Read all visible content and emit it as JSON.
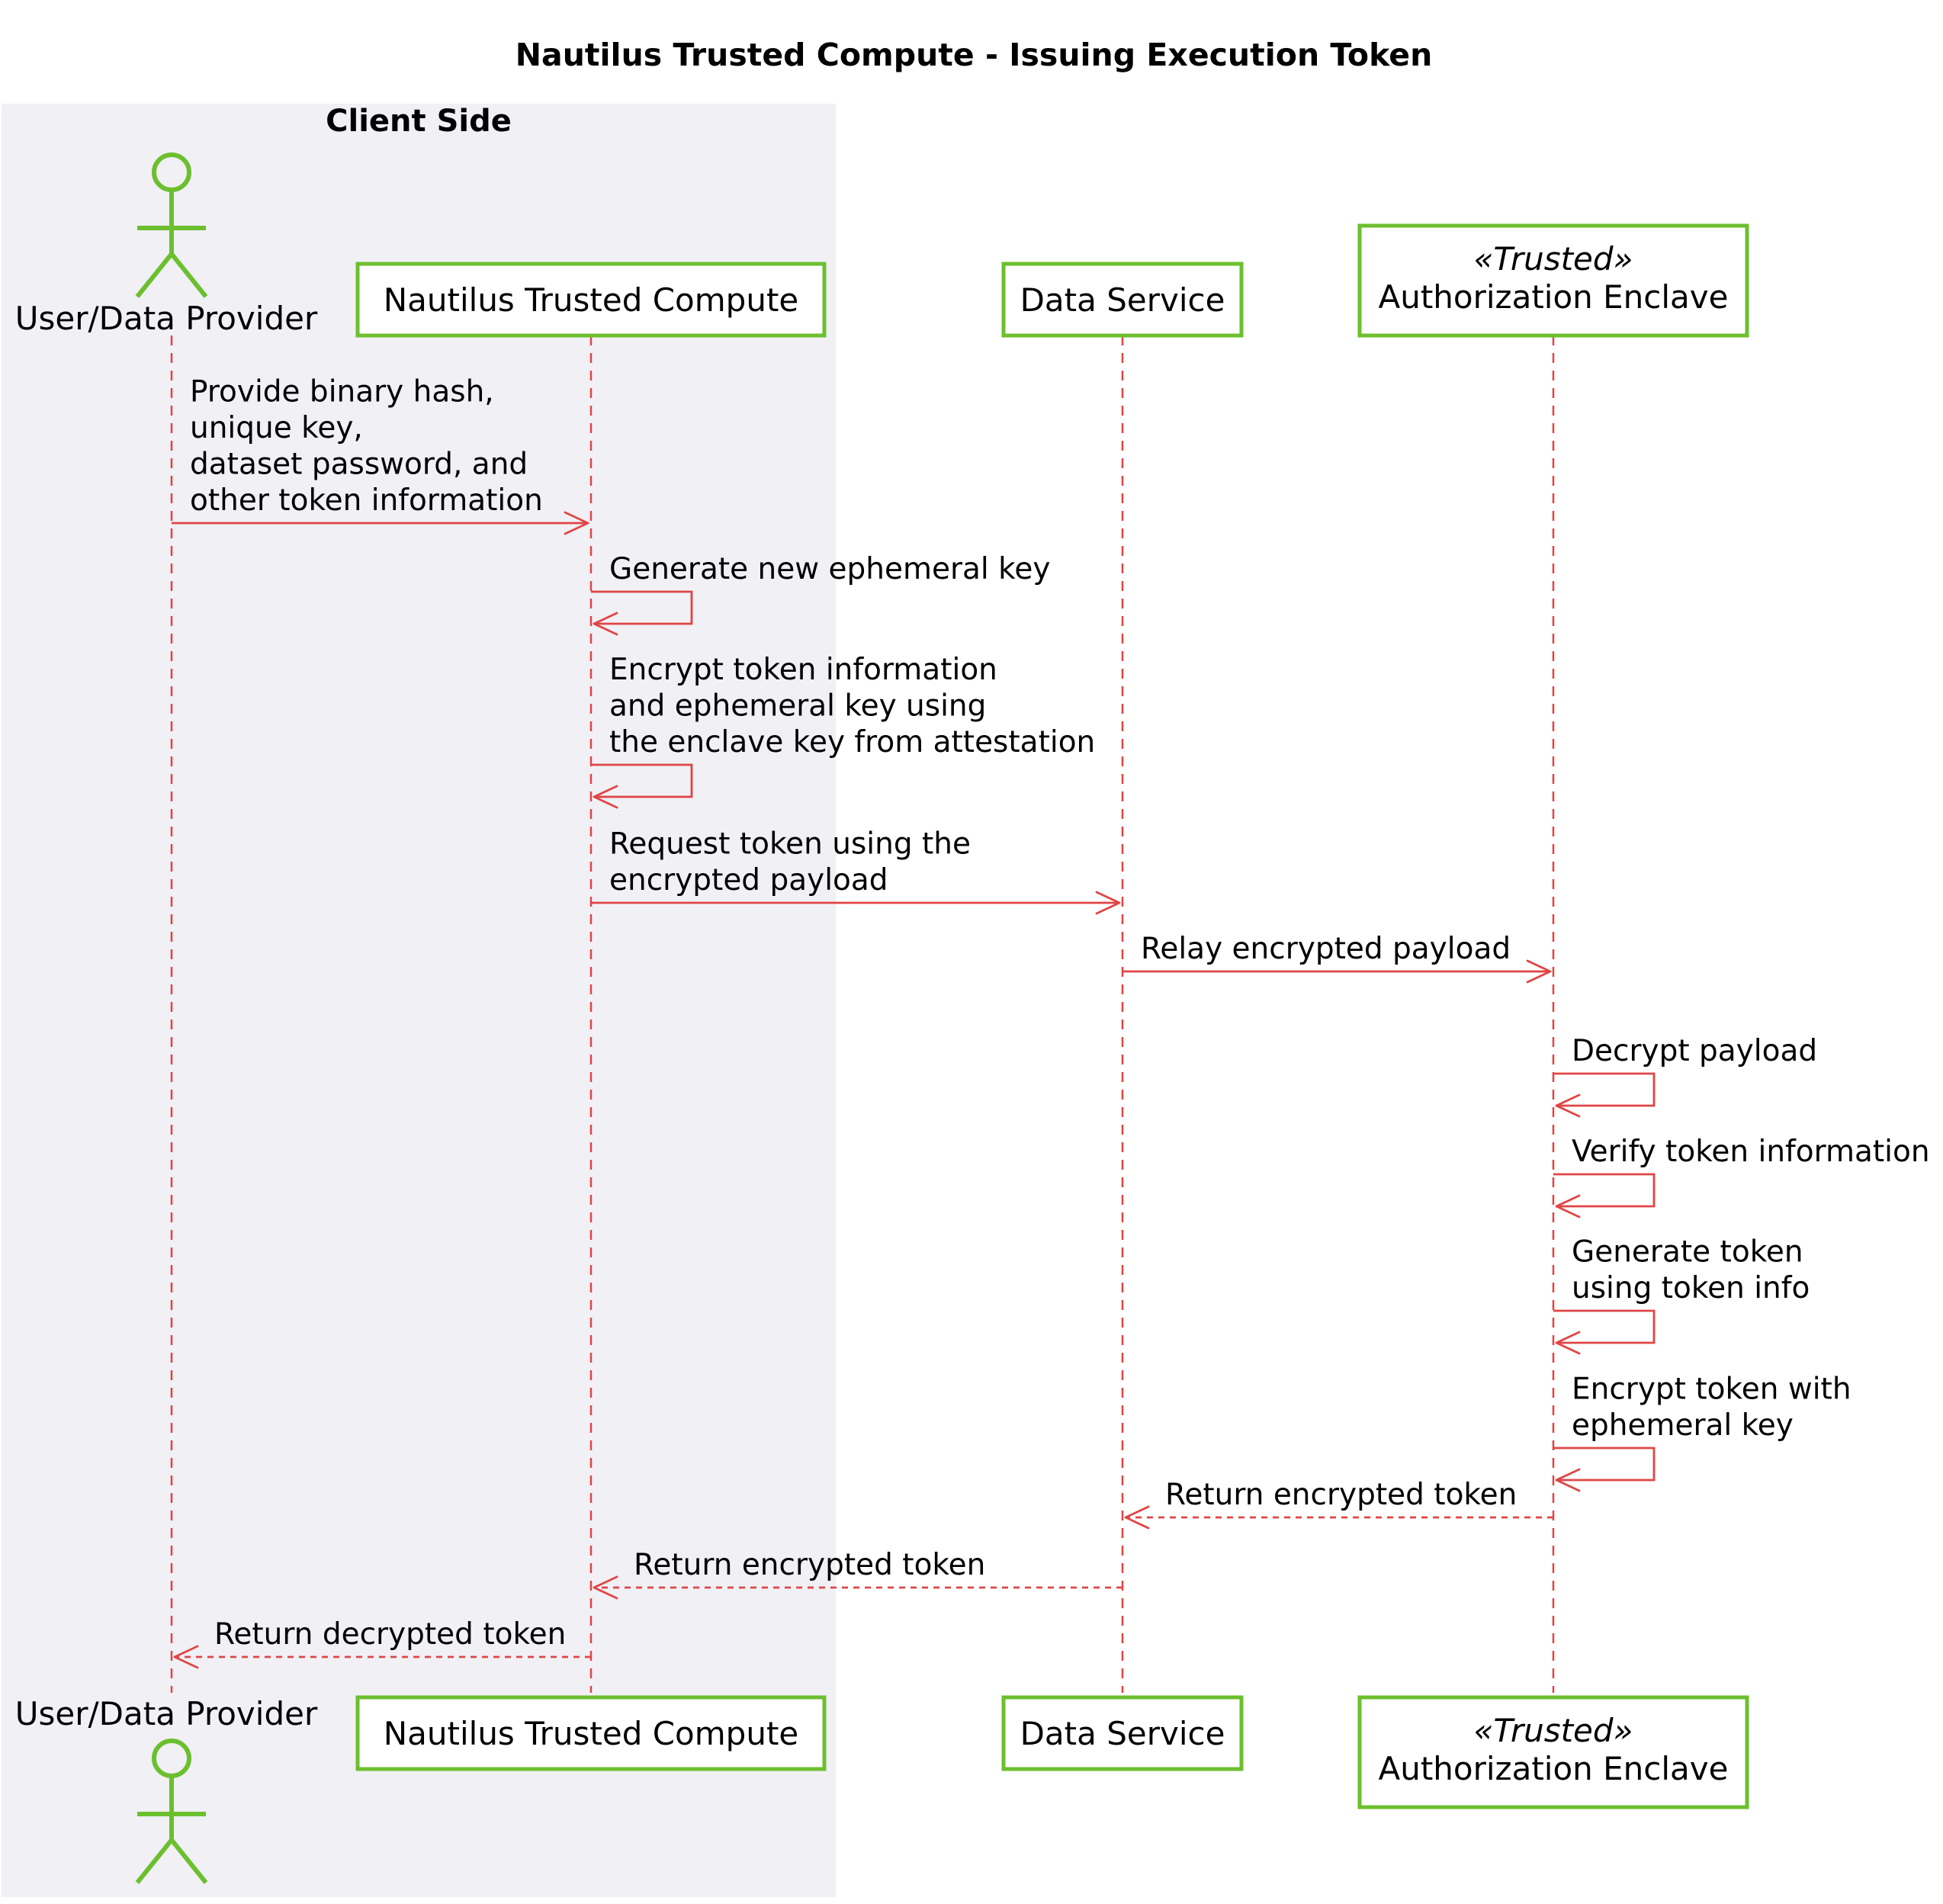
{
  "title": "Nautilus Trusted Compute - Issuing Execution Token",
  "group": {
    "label": "Client Side"
  },
  "participants": [
    {
      "id": "user",
      "kind": "actor",
      "name": "User/Data Provider",
      "stereotype": ""
    },
    {
      "id": "ntc",
      "kind": "participant",
      "name": "Nautilus Trusted Compute",
      "stereotype": ""
    },
    {
      "id": "ds",
      "kind": "participant",
      "name": "Data Service",
      "stereotype": ""
    },
    {
      "id": "ae",
      "kind": "participant",
      "name": "Authorization Enclave",
      "stereotype": "«Trusted»"
    }
  ],
  "messages": [
    {
      "from": "user",
      "to": "ntc",
      "style": "solid",
      "lines": [
        "Provide binary hash,",
        "unique key,",
        "dataset password, and",
        "other token information"
      ]
    },
    {
      "from": "ntc",
      "to": "ntc",
      "style": "solid",
      "lines": [
        "Generate new ephemeral key"
      ]
    },
    {
      "from": "ntc",
      "to": "ntc",
      "style": "solid",
      "lines": [
        "Encrypt token information",
        "and ephemeral key using",
        "the enclave key from attestation"
      ]
    },
    {
      "from": "ntc",
      "to": "ds",
      "style": "solid",
      "lines": [
        "Request token using the",
        "encrypted payload"
      ]
    },
    {
      "from": "ds",
      "to": "ae",
      "style": "solid",
      "lines": [
        "Relay encrypted payload"
      ]
    },
    {
      "from": "ae",
      "to": "ae",
      "style": "solid",
      "lines": [
        "Decrypt payload"
      ]
    },
    {
      "from": "ae",
      "to": "ae",
      "style": "solid",
      "lines": [
        "Verify token information"
      ]
    },
    {
      "from": "ae",
      "to": "ae",
      "style": "solid",
      "lines": [
        "Generate token",
        "using token info"
      ]
    },
    {
      "from": "ae",
      "to": "ae",
      "style": "solid",
      "lines": [
        "Encrypt token with",
        "ephemeral key"
      ]
    },
    {
      "from": "ae",
      "to": "ds",
      "style": "dashed",
      "lines": [
        "Return encrypted token"
      ]
    },
    {
      "from": "ds",
      "to": "ntc",
      "style": "dashed",
      "lines": [
        "Return encrypted token"
      ]
    },
    {
      "from": "ntc",
      "to": "user",
      "style": "dashed",
      "lines": [
        "Return decrypted token"
      ]
    }
  ],
  "colors": {
    "participant_border": "#6cbf2e",
    "arrow": "#e04545",
    "group_background": "#f0f0f5"
  }
}
